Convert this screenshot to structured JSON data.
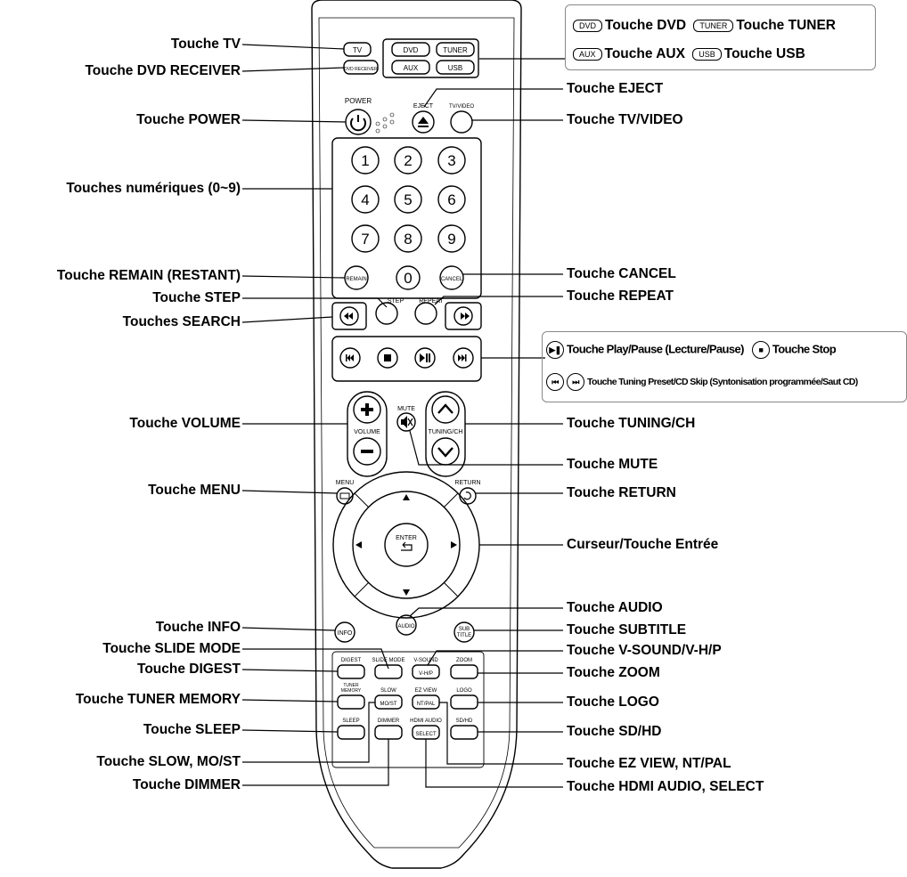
{
  "labels_left": [
    {
      "id": "tv",
      "text": "Touche TV"
    },
    {
      "id": "dvd_receiver",
      "text": "Touche DVD RECEIVER"
    },
    {
      "id": "power",
      "text": "Touche POWER"
    },
    {
      "id": "numeric",
      "text": "Touches numériques (0~9)"
    },
    {
      "id": "remain",
      "text": "Touche REMAIN (RESTANT)"
    },
    {
      "id": "step",
      "text": "Touche STEP"
    },
    {
      "id": "search",
      "text": "Touches SEARCH"
    },
    {
      "id": "volume",
      "text": "Touche VOLUME"
    },
    {
      "id": "menu",
      "text": "Touche MENU"
    },
    {
      "id": "info",
      "text": "Touche INFO"
    },
    {
      "id": "slide_mode",
      "text": "Touche SLIDE MODE"
    },
    {
      "id": "digest",
      "text": "Touche DIGEST"
    },
    {
      "id": "tuner_memory",
      "text": "Touche TUNER MEMORY"
    },
    {
      "id": "sleep",
      "text": "Touche SLEEP"
    },
    {
      "id": "slow",
      "text": "Touche SLOW, MO/ST"
    },
    {
      "id": "dimmer",
      "text": "Touche DIMMER"
    }
  ],
  "labels_right": [
    {
      "id": "eject",
      "text": "Touche EJECT"
    },
    {
      "id": "tv_video",
      "text": "Touche TV/VIDEO"
    },
    {
      "id": "cancel",
      "text": "Touche CANCEL"
    },
    {
      "id": "repeat",
      "text": "Touche REPEAT"
    },
    {
      "id": "tuning",
      "text": "Touche TUNING/CH"
    },
    {
      "id": "mute",
      "text": "Touche MUTE"
    },
    {
      "id": "return",
      "text": "Touche RETURN"
    },
    {
      "id": "cursor",
      "text": "Curseur/Touche Entrée"
    },
    {
      "id": "audio",
      "text": "Touche AUDIO"
    },
    {
      "id": "subtitle",
      "text": "Touche SUBTITLE"
    },
    {
      "id": "vsound",
      "text": "Touche V-SOUND/V-H/P"
    },
    {
      "id": "zoom",
      "text": "Touche ZOOM"
    },
    {
      "id": "logo",
      "text": "Touche LOGO"
    },
    {
      "id": "sdhd",
      "text": "Touche SD/HD"
    },
    {
      "id": "ezview",
      "text": "Touche EZ VIEW, NT/PAL"
    },
    {
      "id": "hdmi",
      "text": "Touche HDMI AUDIO, SELECT"
    }
  ],
  "source_box": {
    "dvd_chip": "DVD",
    "dvd_label": "Touche DVD",
    "tuner_chip": "TUNER",
    "tuner_label": "Touche TUNER",
    "aux_chip": "AUX",
    "aux_label": "Touche AUX",
    "usb_chip": "USB",
    "usb_label": "Touche USB"
  },
  "playback_callout": {
    "playpause_label": "Touche Play/Pause (Lecture/Pause)",
    "stop_label": "Touche Stop",
    "skip_label": "Touche Tuning Preset/CD Skip (Syntonisation programmée/Saut CD)"
  },
  "remote": {
    "tv": "TV",
    "dvd_receiver": "DVD RECEIVER",
    "dvd": "DVD",
    "tuner": "TUNER",
    "aux": "AUX",
    "usb": "USB",
    "power": "POWER",
    "eject": "EJECT",
    "tv_video": "TV/VIDEO",
    "digits": [
      "1",
      "2",
      "3",
      "4",
      "5",
      "6",
      "7",
      "8",
      "9",
      "0"
    ],
    "remain": "REMAIN",
    "cancel": "CANCEL",
    "step": "STEP",
    "repeat": "REPEAT",
    "volume": "VOLUME",
    "tuning": "TUNING/CH",
    "mute": "MUTE",
    "menu": "MENU",
    "return": "RETURN",
    "enter": "ENTER",
    "info": "INFO",
    "audio": "AUDIO",
    "subtitle_1": "SUB",
    "subtitle_2": "TITLE",
    "digest": "DIGEST",
    "slide_mode": "SLIDE MODE",
    "vsound": "V-SOUND",
    "vhp": "V-H/P",
    "zoom": "ZOOM",
    "tuner_memory_1": "TUNER",
    "tuner_memory_2": "MEMORY",
    "slow": "SLOW",
    "mo_st": "MO/ST",
    "ez_view": "EZ VIEW",
    "nt_pal": "NT/PAL",
    "logo": "LOGO",
    "sleep": "SLEEP",
    "dimmer": "DIMMER",
    "hdmi_audio": "HDMI AUDIO",
    "select": "SELECT",
    "sd_hd": "SD/HD"
  }
}
